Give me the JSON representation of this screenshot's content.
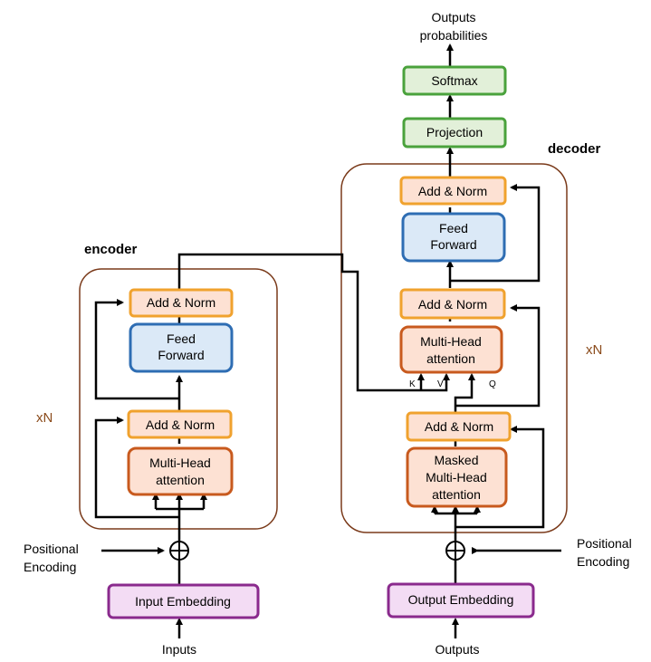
{
  "encoder": {
    "title": "encoder",
    "repeat": "xN",
    "add_norm_top": "Add & Norm",
    "feed_forward": [
      "Feed",
      "Forward"
    ],
    "add_norm_bottom": "Add & Norm",
    "attention": [
      "Multi-Head",
      "attention"
    ],
    "positional_encoding": [
      "Positional",
      "Encoding"
    ],
    "embedding": "Input Embedding",
    "input": "Inputs"
  },
  "decoder": {
    "title": "decoder",
    "repeat": "xN",
    "add_norm_top": "Add & Norm",
    "feed_forward": [
      "Feed",
      "Forward"
    ],
    "add_norm_middle": "Add & Norm",
    "cross_attention": [
      "Multi-Head",
      "attention"
    ],
    "attention_inputs": {
      "k": "K",
      "v": "V",
      "q": "Q"
    },
    "add_norm_bottom": "Add & Norm",
    "masked_attention": [
      "Masked",
      "Multi-Head",
      "attention"
    ],
    "positional_encoding": [
      "Positional",
      "Encoding"
    ],
    "embedding": "Output Embedding",
    "input": "Outputs"
  },
  "head": {
    "projection": "Projection",
    "softmax": "Softmax",
    "output": [
      "Outputs",
      "probabilities"
    ]
  },
  "colors": {
    "add_norm_fill": "#fde1d3",
    "add_norm_stroke": "#f0a22e",
    "feed_forward_fill": "#dbe9f7",
    "feed_forward_stroke": "#2e6db3",
    "attention_fill": "#fde1d3",
    "attention_stroke": "#c85a1e",
    "embedding_fill": "#f3dcf4",
    "embedding_stroke": "#8a2a8d",
    "head_fill": "#e2f0d9",
    "head_stroke": "#4aa23c",
    "container_stroke": "#7a3a1a",
    "repeat_text": "#8a4a1a"
  }
}
